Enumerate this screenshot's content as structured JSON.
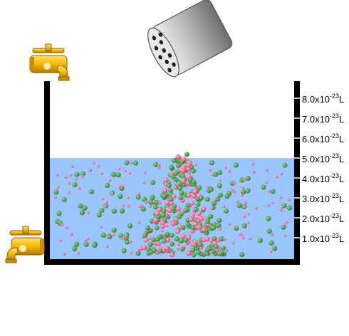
{
  "colors": {
    "water": "#99c6ff",
    "wall": "#000000",
    "faucet": "#f6b800",
    "faucet_dark": "#b07a00",
    "shaker": "#c8c8c8",
    "particle_green": "#2f8a32",
    "particle_pink": "#ff5a9a"
  },
  "icons": {
    "top_faucet": "faucet-icon",
    "bottom_faucet": "faucet-icon",
    "shaker": "salt-shaker-icon"
  },
  "volume_scale": {
    "exponent": "-23",
    "unit": "L",
    "ticks": [
      {
        "mantissa": "8.0x10",
        "value": 8.0
      },
      {
        "mantissa": "7.0x10",
        "value": 7.0
      },
      {
        "mantissa": "6.0x10",
        "value": 6.0
      },
      {
        "mantissa": "5.0x10",
        "value": 5.0
      },
      {
        "mantissa": "4.0x10",
        "value": 4.0
      },
      {
        "mantissa": "3.0x10",
        "value": 3.0
      },
      {
        "mantissa": "2.0x10",
        "value": 2.0
      },
      {
        "mantissa": "1.0x10",
        "value": 1.0
      }
    ]
  },
  "water_level": 5.0
}
